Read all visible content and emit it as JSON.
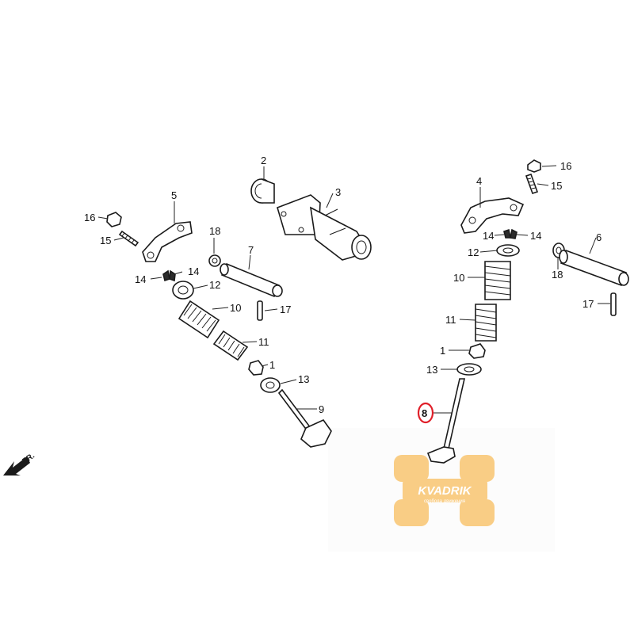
{
  "diagram": {
    "callouts": [
      "1",
      "2",
      "3",
      "4",
      "5",
      "6",
      "7",
      "8",
      "9",
      "10",
      "11",
      "12",
      "13",
      "14",
      "15",
      "16",
      "17",
      "18"
    ],
    "left_labels": {
      "c16": "16",
      "c15": "15",
      "c5": "5",
      "c18": "18",
      "c14": "14",
      "c14b": "14",
      "c12": "12",
      "c7": "7",
      "c10": "10",
      "c17": "17",
      "c11": "11",
      "c1": "1",
      "c13": "13",
      "c9": "9"
    },
    "center_labels": {
      "c2": "2",
      "c3": "3"
    },
    "right_labels": {
      "c16": "16",
      "c15": "15",
      "c4": "4",
      "c14": "14",
      "c14b": "14",
      "c6": "6",
      "c12": "12",
      "c18": "18",
      "c10": "10",
      "c17": "17",
      "c11": "11",
      "c1": "1",
      "c13": "13",
      "c8": "8"
    },
    "highlighted_part": "8",
    "highlight_color": "#e0202a",
    "front_arrow_text": "FR.",
    "watermark": {
      "brand": "KVADRIK",
      "tagline": "свобода движения",
      "color": "#f5a623"
    }
  }
}
